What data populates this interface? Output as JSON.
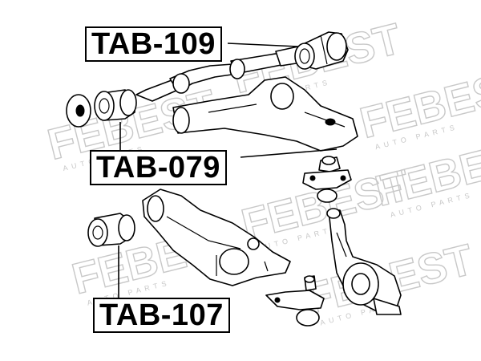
{
  "labels": [
    "TAB-109",
    "TAB-079",
    "TAB-107"
  ],
  "watermark": {
    "brand": "FEBEST",
    "sub": "AUTO PARTS"
  }
}
